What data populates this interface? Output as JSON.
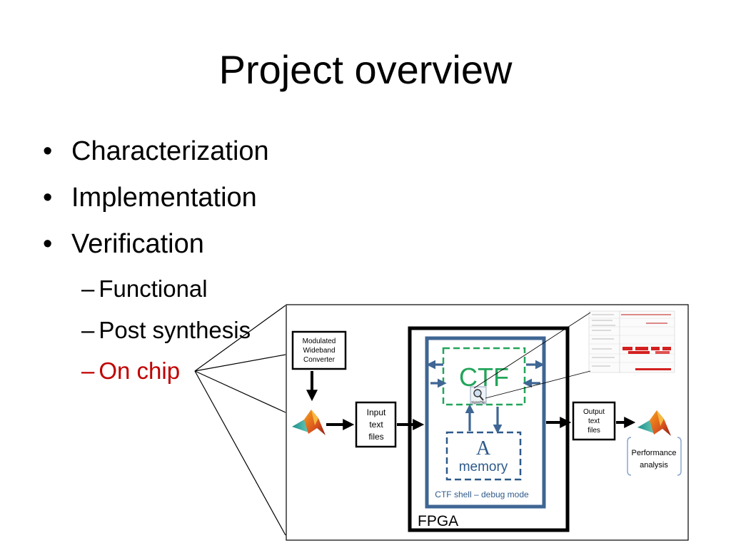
{
  "slide": {
    "title": "Project overview",
    "bullets": [
      {
        "text": "Characterization"
      },
      {
        "text": "Implementation"
      },
      {
        "text": "Verification"
      }
    ],
    "sub_bullets": [
      {
        "text": "Functional"
      },
      {
        "text": "Post synthesis"
      },
      {
        "text": "On chip",
        "color": "#c00000"
      }
    ],
    "bullet_glyph": "•",
    "sub_glyph": "–"
  },
  "diagram": {
    "mwc_lines": [
      "Modulated",
      "Wideband",
      "Converter"
    ],
    "input_lines": [
      "Input",
      "text",
      "files"
    ],
    "output_lines": [
      "Output",
      "text",
      "files"
    ],
    "perf_lines": [
      "Performance",
      "analysis"
    ],
    "ctf_label": "CTF",
    "memory_glyph": "A",
    "memory_label": "memory",
    "shell_label": "CTF shell – debug mode",
    "fpga_label": "FPGA",
    "signaltap_label": "SignalTap",
    "icons": [
      "matlab-logo-icon",
      "signaltap-icon",
      "waveform-screenshot"
    ],
    "colors": {
      "shell_blue": "#3f6694",
      "ctf_green": "#22a55a",
      "memory_blue": "#2e5a8a",
      "perf_bracket": "#8aa8cf",
      "red_text": "#c00000"
    }
  }
}
